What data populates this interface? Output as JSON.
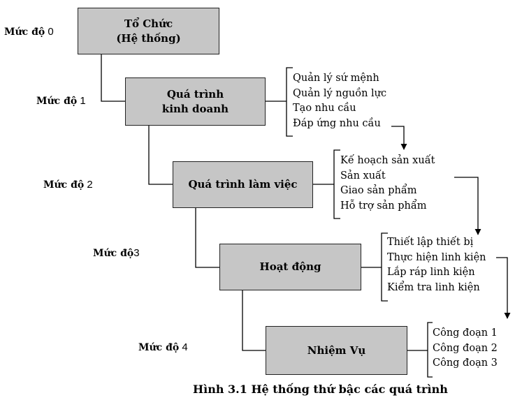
{
  "levels": [
    {
      "word": "Mức độ",
      "num": "0"
    },
    {
      "word": "Mức độ",
      "num": "1"
    },
    {
      "word": "Mức độ",
      "num": "2"
    },
    {
      "word": "Mức độ",
      "num": "3"
    },
    {
      "word": "Mức độ",
      "num": "4"
    }
  ],
  "boxes": [
    {
      "line1": "Tổ Chức",
      "line2": "(Hệ thống)"
    },
    {
      "line1": "Quá trình",
      "line2": "kinh doanh"
    },
    {
      "line1": "Quá trình làm việc"
    },
    {
      "line1": "Hoạt động"
    },
    {
      "line1": "Nhiệm Vụ"
    }
  ],
  "lists": [
    {
      "items": [
        "Quản lý sứ mệnh",
        "Quản lý nguồn lực",
        "Tạo nhu cầu",
        "Đáp ứng nhu cầu"
      ]
    },
    {
      "items": [
        "Kế hoạch sản xuất",
        "Sản xuất",
        "Giao sản phẩm",
        "Hỗ trợ sản phẩm"
      ]
    },
    {
      "items": [
        "Thiết lập thiết bị",
        "Thực hiện linh kiện",
        "Lắp ráp linh kiện",
        "Kiểm tra linh kiện"
      ]
    },
    {
      "items": [
        "Công đoạn 1",
        "Công đoạn 2",
        "Công đoạn 3"
      ]
    }
  ],
  "caption": "Hình 3.1 Hệ thống thứ bậc các quá trình"
}
